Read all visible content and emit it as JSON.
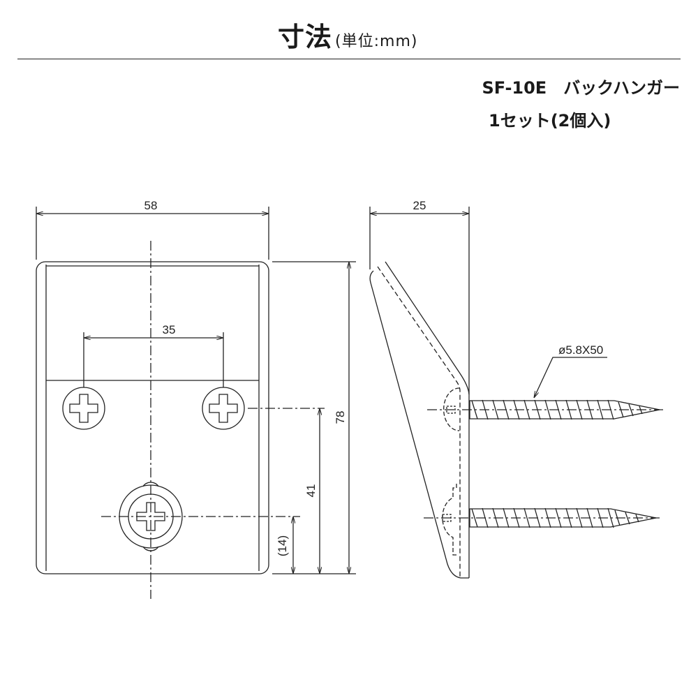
{
  "header": {
    "title": "寸法",
    "unit": "(単位:mm)"
  },
  "product": {
    "name": "SF-10E　バックハンガー",
    "quantity": "1セット(2個入)"
  },
  "dimensions": {
    "width": "58",
    "hole_spacing": "35",
    "height": "78",
    "hole_height": "41",
    "lower_hole": "(14)",
    "depth": "25",
    "screw": "ø5.8X50"
  }
}
